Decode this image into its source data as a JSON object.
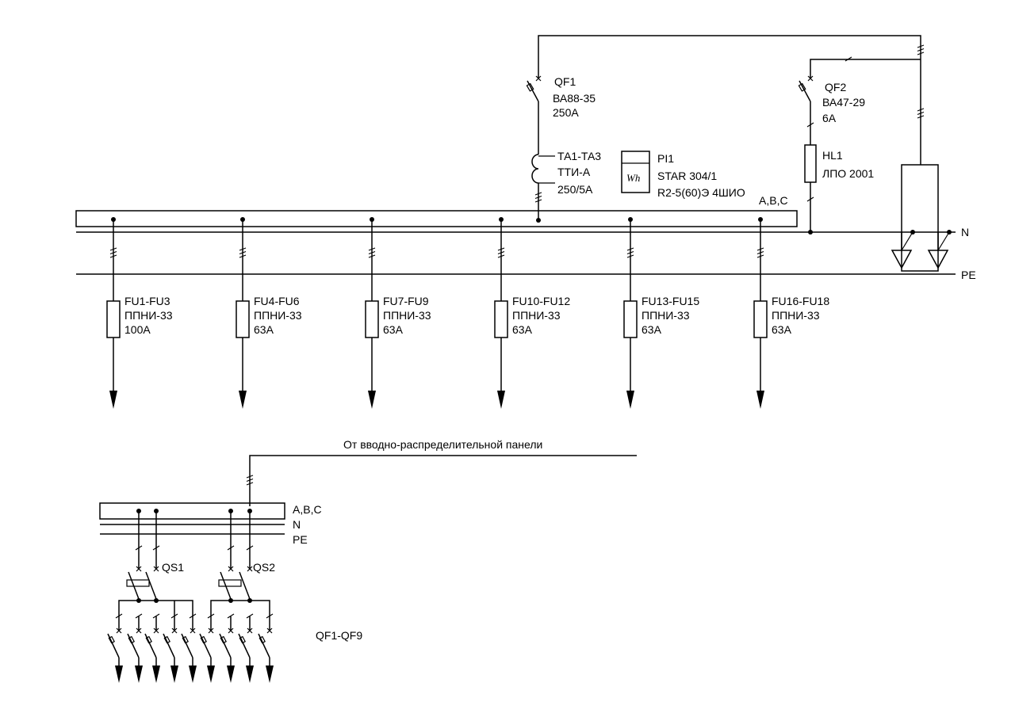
{
  "top_panel": {
    "qf1": {
      "name": "QF1",
      "type": "ВА88-35",
      "rating": "250A"
    },
    "ta": {
      "name": "ТА1-ТА3",
      "type": "ТТИ-А",
      "ratio": "250/5А"
    },
    "meter": {
      "name": "PI1",
      "type": "STAR 304/1",
      "spec": "R2-5(60)Э 4ШИО",
      "symbol": "Wh"
    },
    "qf2": {
      "name": "QF2",
      "type": "ВА47-29",
      "rating": "6А"
    },
    "lamp": {
      "name": "HL1",
      "type": "ЛПО 2001"
    },
    "bus_abc_label": "А,В,С",
    "bus_n_label": "N",
    "bus_pe_label": "PE",
    "fuses": [
      {
        "name": "FU1-FU3",
        "type": "ППНИ-33",
        "rating": "100А"
      },
      {
        "name": "FU4-FU6",
        "type": "ППНИ-33",
        "rating": "63А"
      },
      {
        "name": "FU7-FU9",
        "type": "ППНИ-33",
        "rating": "63А"
      },
      {
        "name": "FU10-FU12",
        "type": "ППНИ-33",
        "rating": "63А"
      },
      {
        "name": "FU13-FU15",
        "type": "ППНИ-33",
        "rating": "63А"
      },
      {
        "name": "FU16-FU18",
        "type": "ППНИ-33",
        "rating": "63А"
      }
    ]
  },
  "bottom_panel": {
    "supply_label": "От вводно-распределительной панели",
    "bus_abc_label": "A,B,C",
    "bus_n_label": "N",
    "bus_pe_label": "PE",
    "qs1": "QS1",
    "qs2": "QS2",
    "breakers_label": "QF1-QF9"
  }
}
